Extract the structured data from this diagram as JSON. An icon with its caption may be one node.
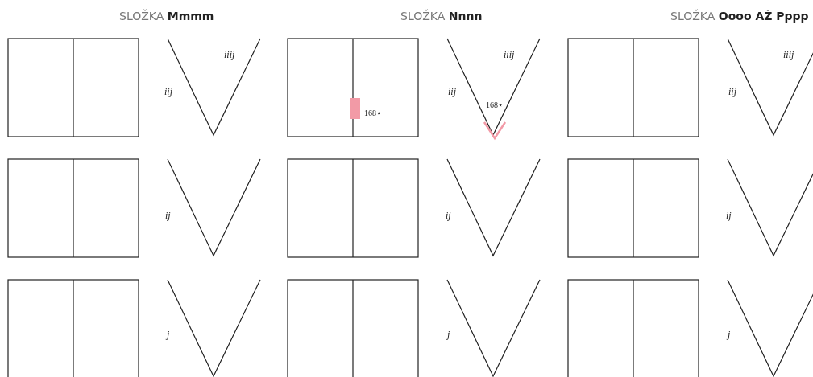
{
  "diagram": {
    "labels": [
      "SLOŽKA **Mmmm**",
      "SLOŽKA **Nnnn**",
      "SLOŽKA **Oooo AŽ Pppp**",
      "iiij",
      "iij",
      "168⋆",
      "iiij",
      "iij",
      "168⋆",
      "iiij",
      "iij",
      "ij",
      "ij",
      "ij",
      "j",
      "j",
      "j"
    ]
  }
}
